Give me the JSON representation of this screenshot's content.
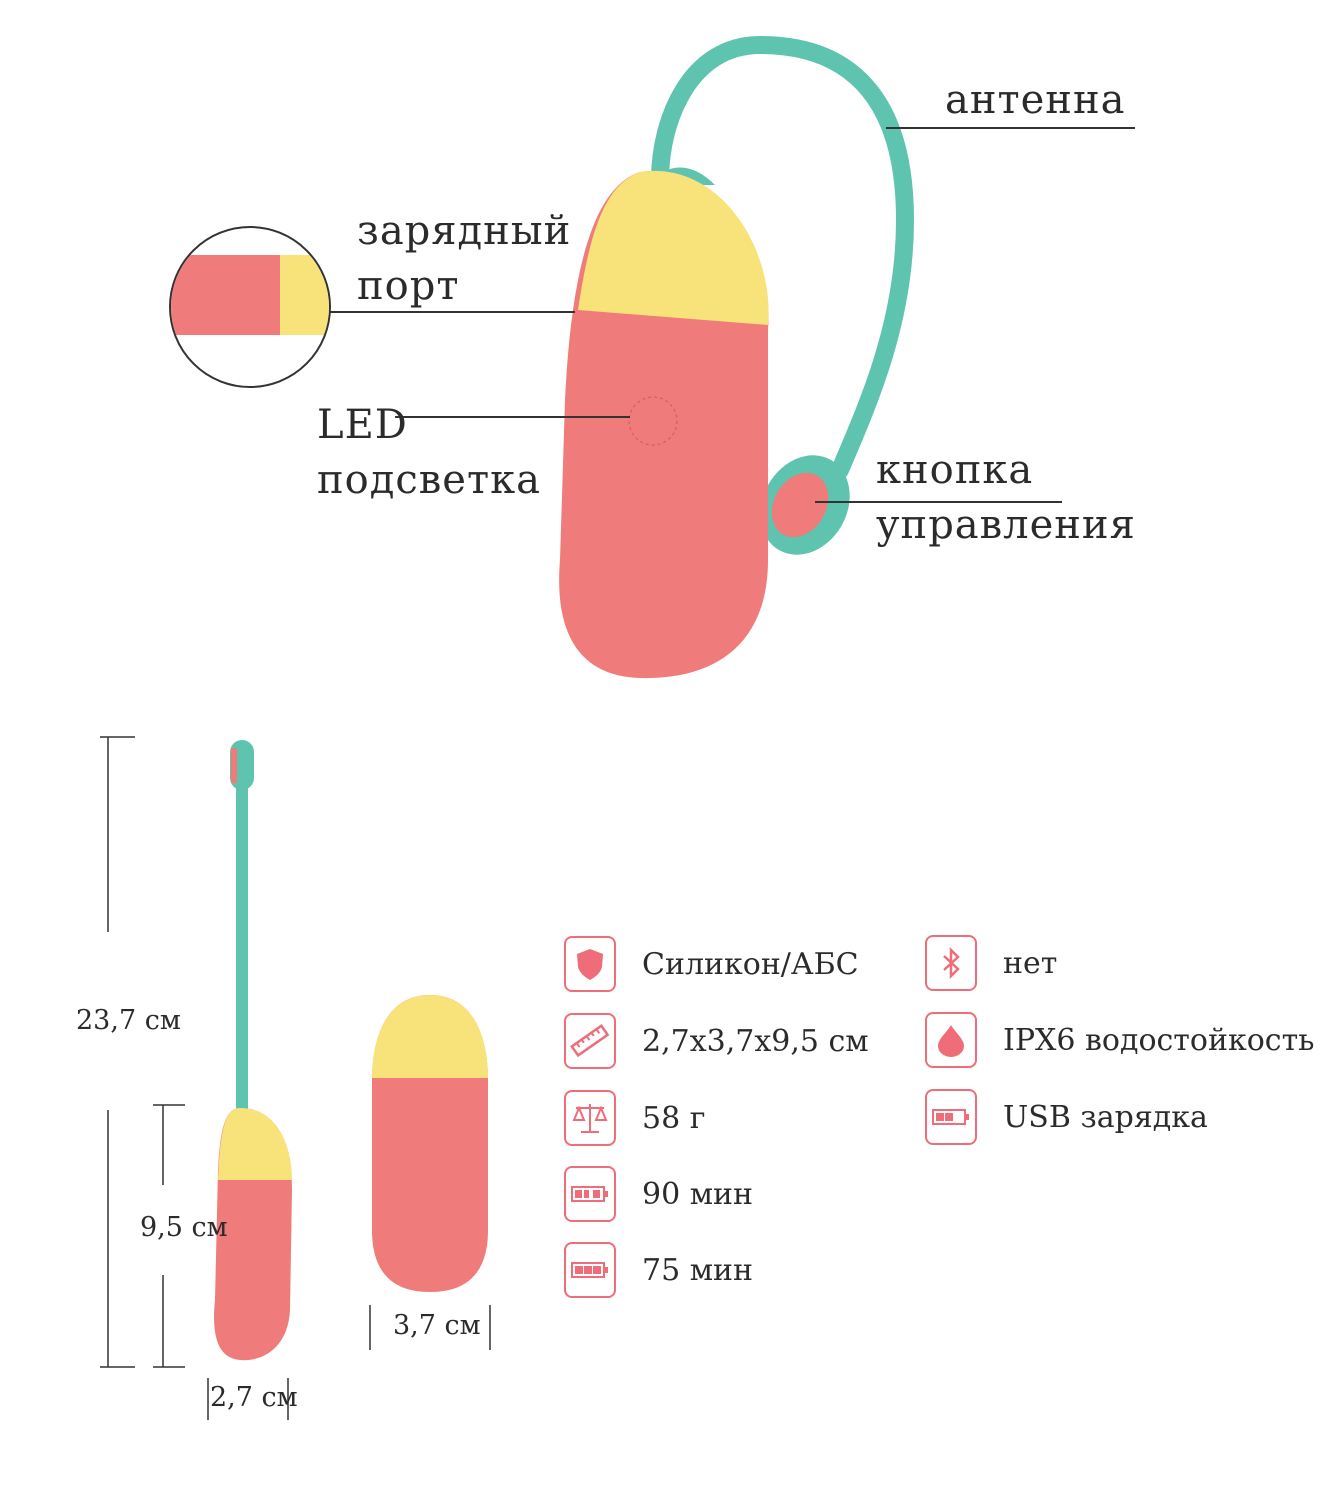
{
  "labels": {
    "antenna": "антенна",
    "charging_port": [
      "зарядный",
      "порт"
    ],
    "led": [
      "LED",
      "подсветка"
    ],
    "control_button": [
      "кнопка",
      "управления"
    ]
  },
  "dimensions": {
    "total_length": "23,7 см",
    "body_length": "9,5 см",
    "width_small": "2,7 см",
    "width_large": "3,7 см"
  },
  "specs_left": [
    {
      "icon": "shield-icon",
      "text": "Силикон/АБС"
    },
    {
      "icon": "ruler-icon",
      "text": "2,7x3,7x9,5 см"
    },
    {
      "icon": "scales-icon",
      "text": "58 г"
    },
    {
      "icon": "battery-charging-icon",
      "text": "90 мин"
    },
    {
      "icon": "battery-full-icon",
      "text": "75 мин"
    }
  ],
  "specs_right": [
    {
      "icon": "bluetooth-icon",
      "text": "нет"
    },
    {
      "icon": "water-drop-icon",
      "text": "IPX6 водостойкость"
    },
    {
      "icon": "battery-half-icon",
      "text": "USB зарядка"
    }
  ],
  "colors": {
    "pink": "#f07b7b",
    "yellow": "#f7e37a",
    "teal": "#5ec4b0",
    "accent": "#ee6d79"
  }
}
